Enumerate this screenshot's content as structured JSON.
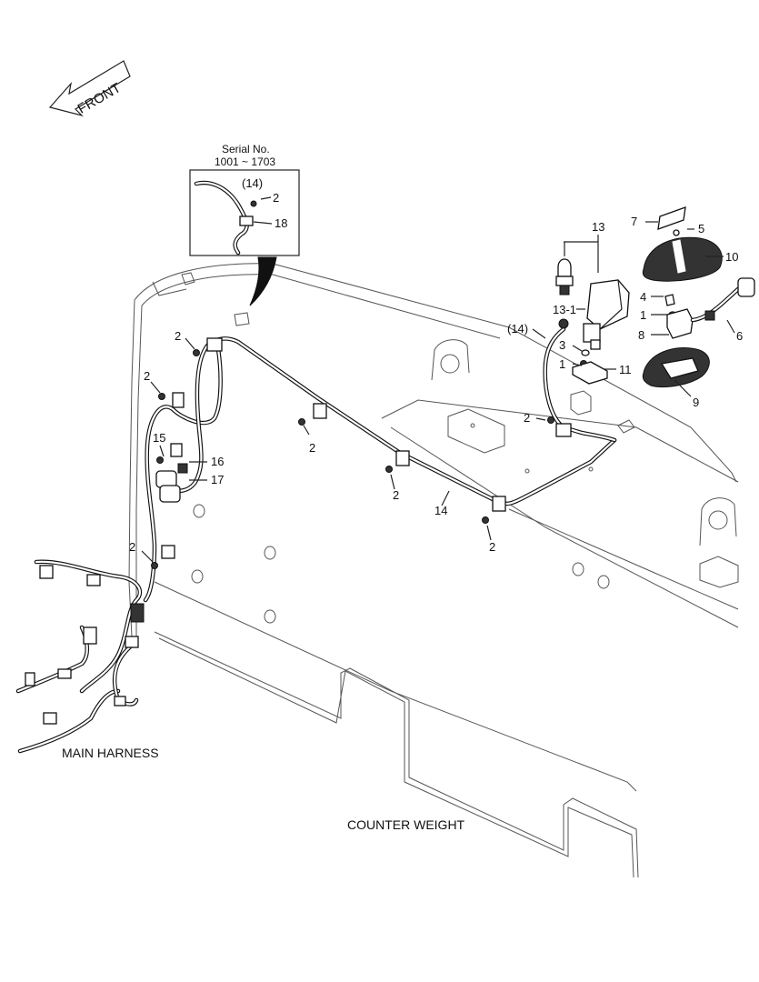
{
  "front_label": "FRONT",
  "inset": {
    "serial_title": "Serial No.",
    "serial_range": "1001 ~ 1703",
    "callouts": [
      "(14)",
      "2",
      "18"
    ]
  },
  "labels": {
    "main_harness": "MAIN HARNESS",
    "counter_weight": "COUNTER WEIGHT"
  },
  "callouts": [
    {
      "id": "c-13",
      "text": "13"
    },
    {
      "id": "c-7",
      "text": "7"
    },
    {
      "id": "c-5",
      "text": "5"
    },
    {
      "id": "c-10",
      "text": "10"
    },
    {
      "id": "c-4",
      "text": "4"
    },
    {
      "id": "c-1a",
      "text": "1"
    },
    {
      "id": "c-8",
      "text": "8"
    },
    {
      "id": "c-6",
      "text": "6"
    },
    {
      "id": "c-9",
      "text": "9"
    },
    {
      "id": "c-13-1",
      "text": "13-1"
    },
    {
      "id": "c-14a",
      "text": "(14)"
    },
    {
      "id": "c-3",
      "text": "3"
    },
    {
      "id": "c-1b",
      "text": "1"
    },
    {
      "id": "c-11",
      "text": "11"
    },
    {
      "id": "c-2a",
      "text": "2"
    },
    {
      "id": "c-2b",
      "text": "2"
    },
    {
      "id": "c-2c",
      "text": "2"
    },
    {
      "id": "c-2d",
      "text": "2"
    },
    {
      "id": "c-2e",
      "text": "2"
    },
    {
      "id": "c-2f",
      "text": "2"
    },
    {
      "id": "c-2g",
      "text": "2"
    },
    {
      "id": "c-2h",
      "text": "2"
    },
    {
      "id": "c-15",
      "text": "15"
    },
    {
      "id": "c-16",
      "text": "16"
    },
    {
      "id": "c-17",
      "text": "17"
    },
    {
      "id": "c-14b",
      "text": "14"
    }
  ]
}
